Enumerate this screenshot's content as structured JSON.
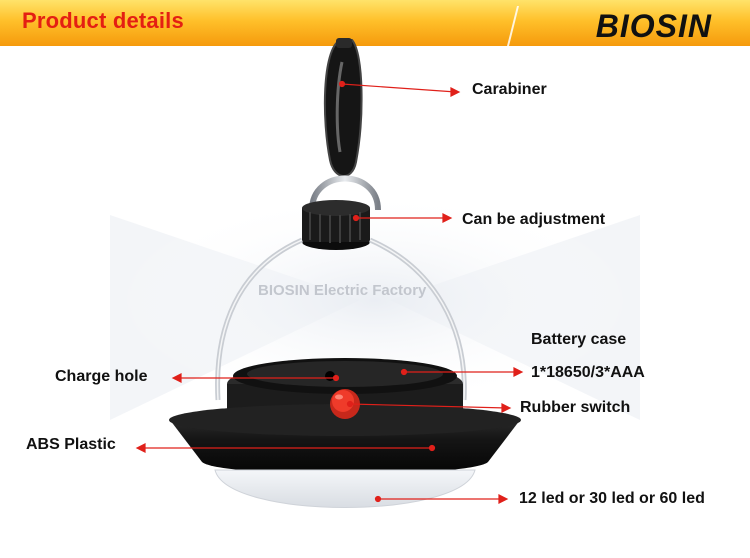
{
  "header": {
    "title": "Product details",
    "brand": "BIOSIN"
  },
  "watermark": "BIOSIN Electric Factory",
  "callouts": {
    "carabiner": "Carabiner",
    "adjustment": "Can be adjustment",
    "battery_case": "Battery case",
    "battery_spec": "1*18650/3*AAA",
    "charge_hole": "Charge hole",
    "rubber_switch": "Rubber switch",
    "abs_plastic": "ABS Plastic",
    "led_options": "12 led or 30 led or 60 led"
  },
  "colors": {
    "title_red": "#e41f13",
    "header_gold": "#ffc02a",
    "arrow_red": "#e0201a",
    "switch_red": "#e53020",
    "body_black": "#1a1a1a"
  }
}
